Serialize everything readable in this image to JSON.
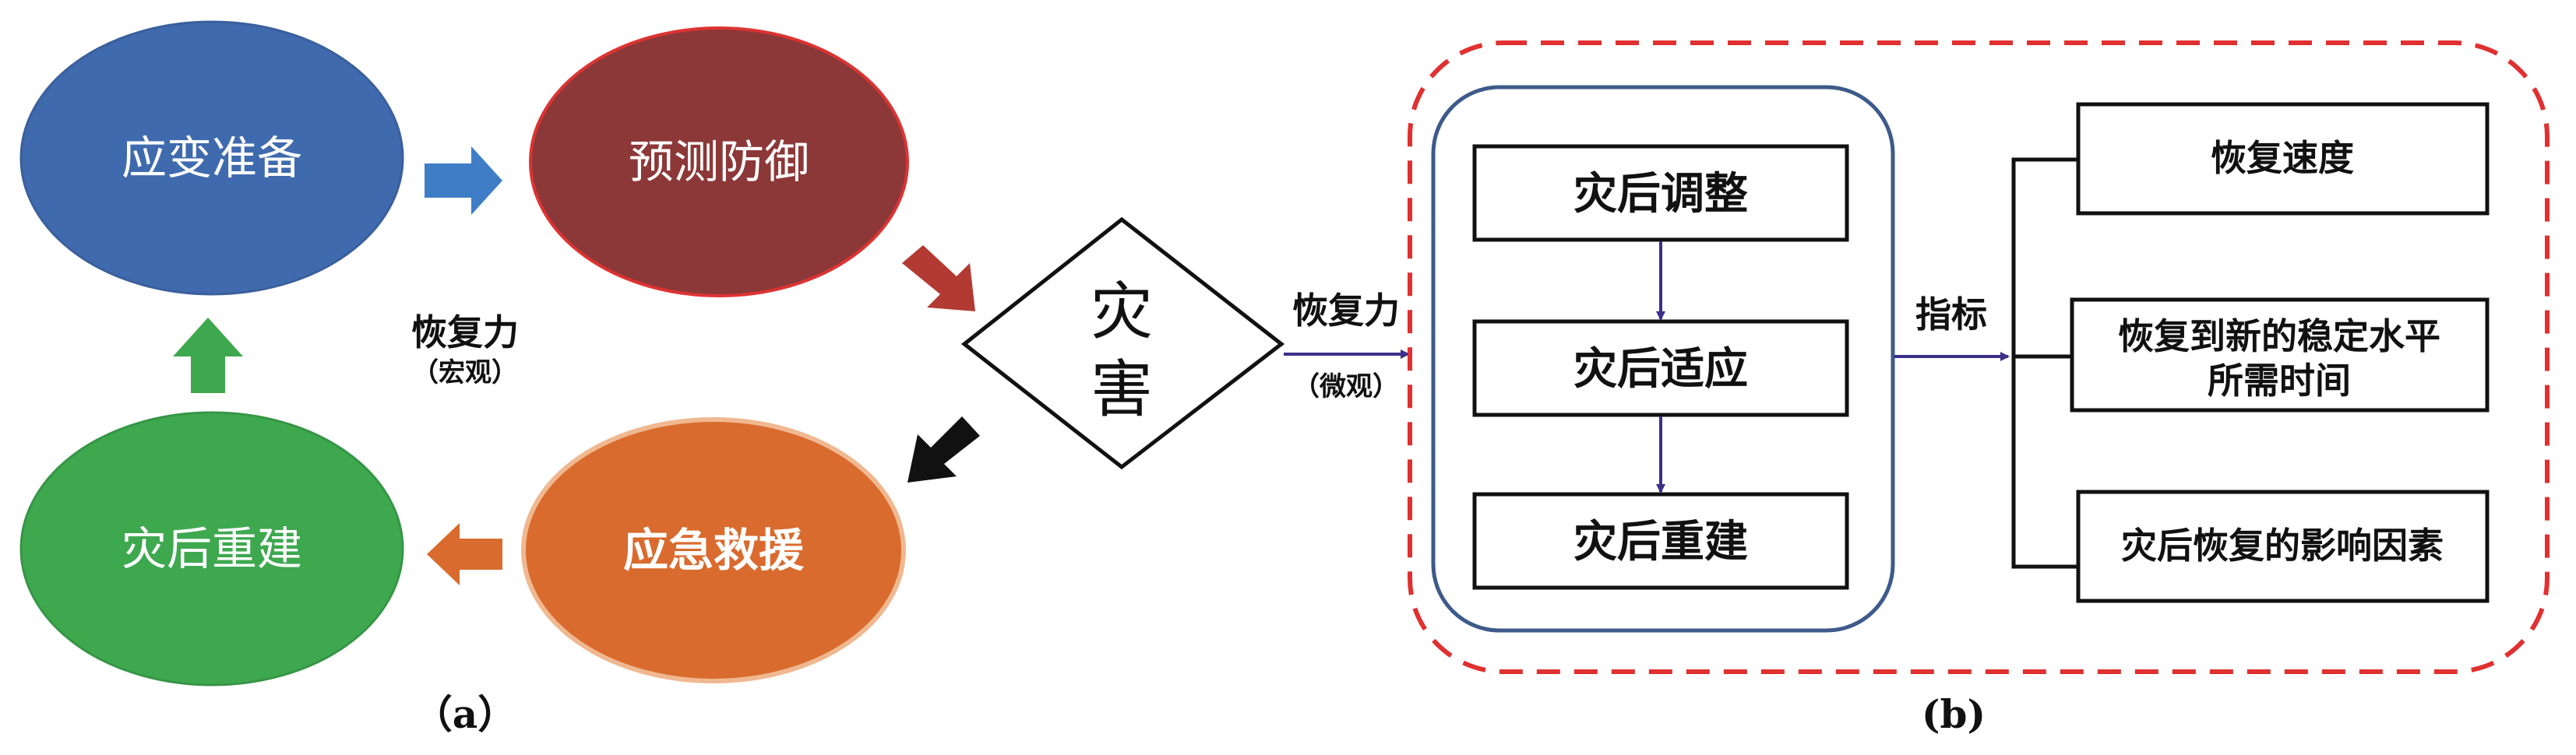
{
  "panel_a": {
    "nodes": {
      "preparedness": "应变准备",
      "forecast_defense": "预测防御",
      "emergency_rescue": "应急救援",
      "reconstruction": "灾后重建"
    },
    "center_label": "恢复力",
    "center_sublabel": "（宏观）",
    "caption": "（a）"
  },
  "disaster": {
    "line1": "灾",
    "line2": "害"
  },
  "link": {
    "label": "恢复力",
    "sublabel": "（微观）"
  },
  "panel_b": {
    "stages": [
      "灾后调整",
      "灾后适应",
      "灾后重建"
    ],
    "indicator_label": "指标",
    "indicators": {
      "speed": "恢复速度",
      "time_line1": "恢复到新的稳定水平",
      "time_line2": "所需时间",
      "factors": "灾后恢复的影响因素"
    },
    "caption": "(b)"
  },
  "colors": {
    "blue": "#3f6aad",
    "red": "#8c3838",
    "orange": "#d96b2e",
    "green": "#3ea84f",
    "arrow_blue": "#3f7ec6",
    "arrow_red": "#b33a33",
    "arrow_black": "#111111",
    "dashed_border": "#e03030",
    "inner_border": "#3d5a8a",
    "connector": "#3b2f8a"
  }
}
